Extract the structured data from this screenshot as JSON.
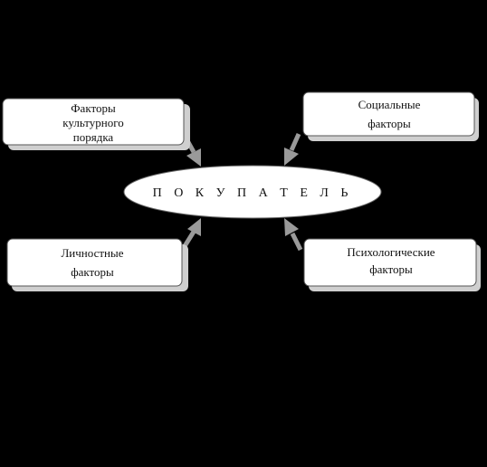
{
  "center": {
    "label": "П О К У П А Т Е Л Ь"
  },
  "factors": {
    "cultural": {
      "lines": [
        "Факторы",
        "культурного",
        "порядка"
      ]
    },
    "social": {
      "lines": [
        "Социальные",
        "факторы"
      ]
    },
    "personal": {
      "lines": [
        "Личностные",
        "факторы"
      ]
    },
    "psychological": {
      "lines": [
        "Психологические",
        "факторы"
      ]
    }
  },
  "colors": {
    "background": "#000000",
    "box_fill": "#ffffff",
    "shadow": "#cfcfcf",
    "arrow": "#9a9a9a"
  }
}
